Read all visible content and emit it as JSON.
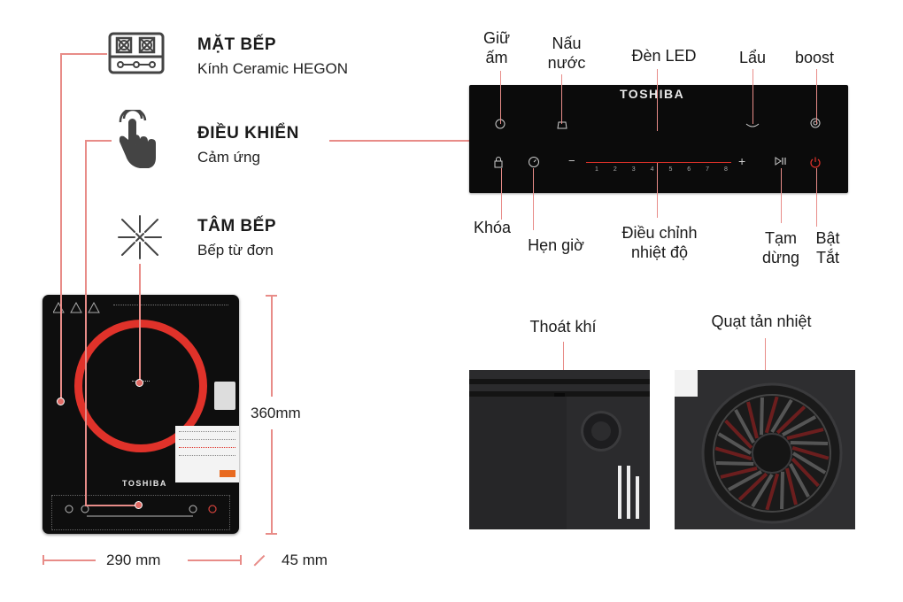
{
  "features": [
    {
      "title": "MẶT BẾP",
      "subtitle": "Kính Ceramic HEGON",
      "icon": "cooktop-icon"
    },
    {
      "title": "ĐIỀU KHIỂN",
      "subtitle": "Cảm ứng",
      "icon": "touch-hand-icon"
    },
    {
      "title": "TÂM BẾP",
      "subtitle": "Bếp từ đơn",
      "icon": "burst-center-icon"
    }
  ],
  "cooktop": {
    "brand": "TOSHIBA",
    "dimensions": {
      "width": "290 mm",
      "height": "360mm",
      "depth": "45 mm"
    }
  },
  "control_panel": {
    "brand": "TOSHIBA",
    "labels_top": {
      "keep_warm": "Giữ ấm",
      "boil_water": "Nấu nước",
      "led": "Đèn LED",
      "hotpot": "Lẩu",
      "boost": "boost"
    },
    "labels_bottom": {
      "lock": "Khóa",
      "timer": "Hẹn giờ",
      "temp": "Điều chỉnh nhiệt độ",
      "pause": "Tạm dừng",
      "power": "Bật Tắt"
    },
    "scale": [
      "1",
      "2",
      "3",
      "4",
      "5",
      "6",
      "7",
      "8"
    ],
    "minus": "−",
    "plus": "+"
  },
  "photos": {
    "vent_label": "Thoát khí",
    "fan_label": "Quạt tản nhiệt"
  },
  "colors": {
    "accent": "#e0322a",
    "line": "#e88c88",
    "panel": "#0b0b0b"
  }
}
